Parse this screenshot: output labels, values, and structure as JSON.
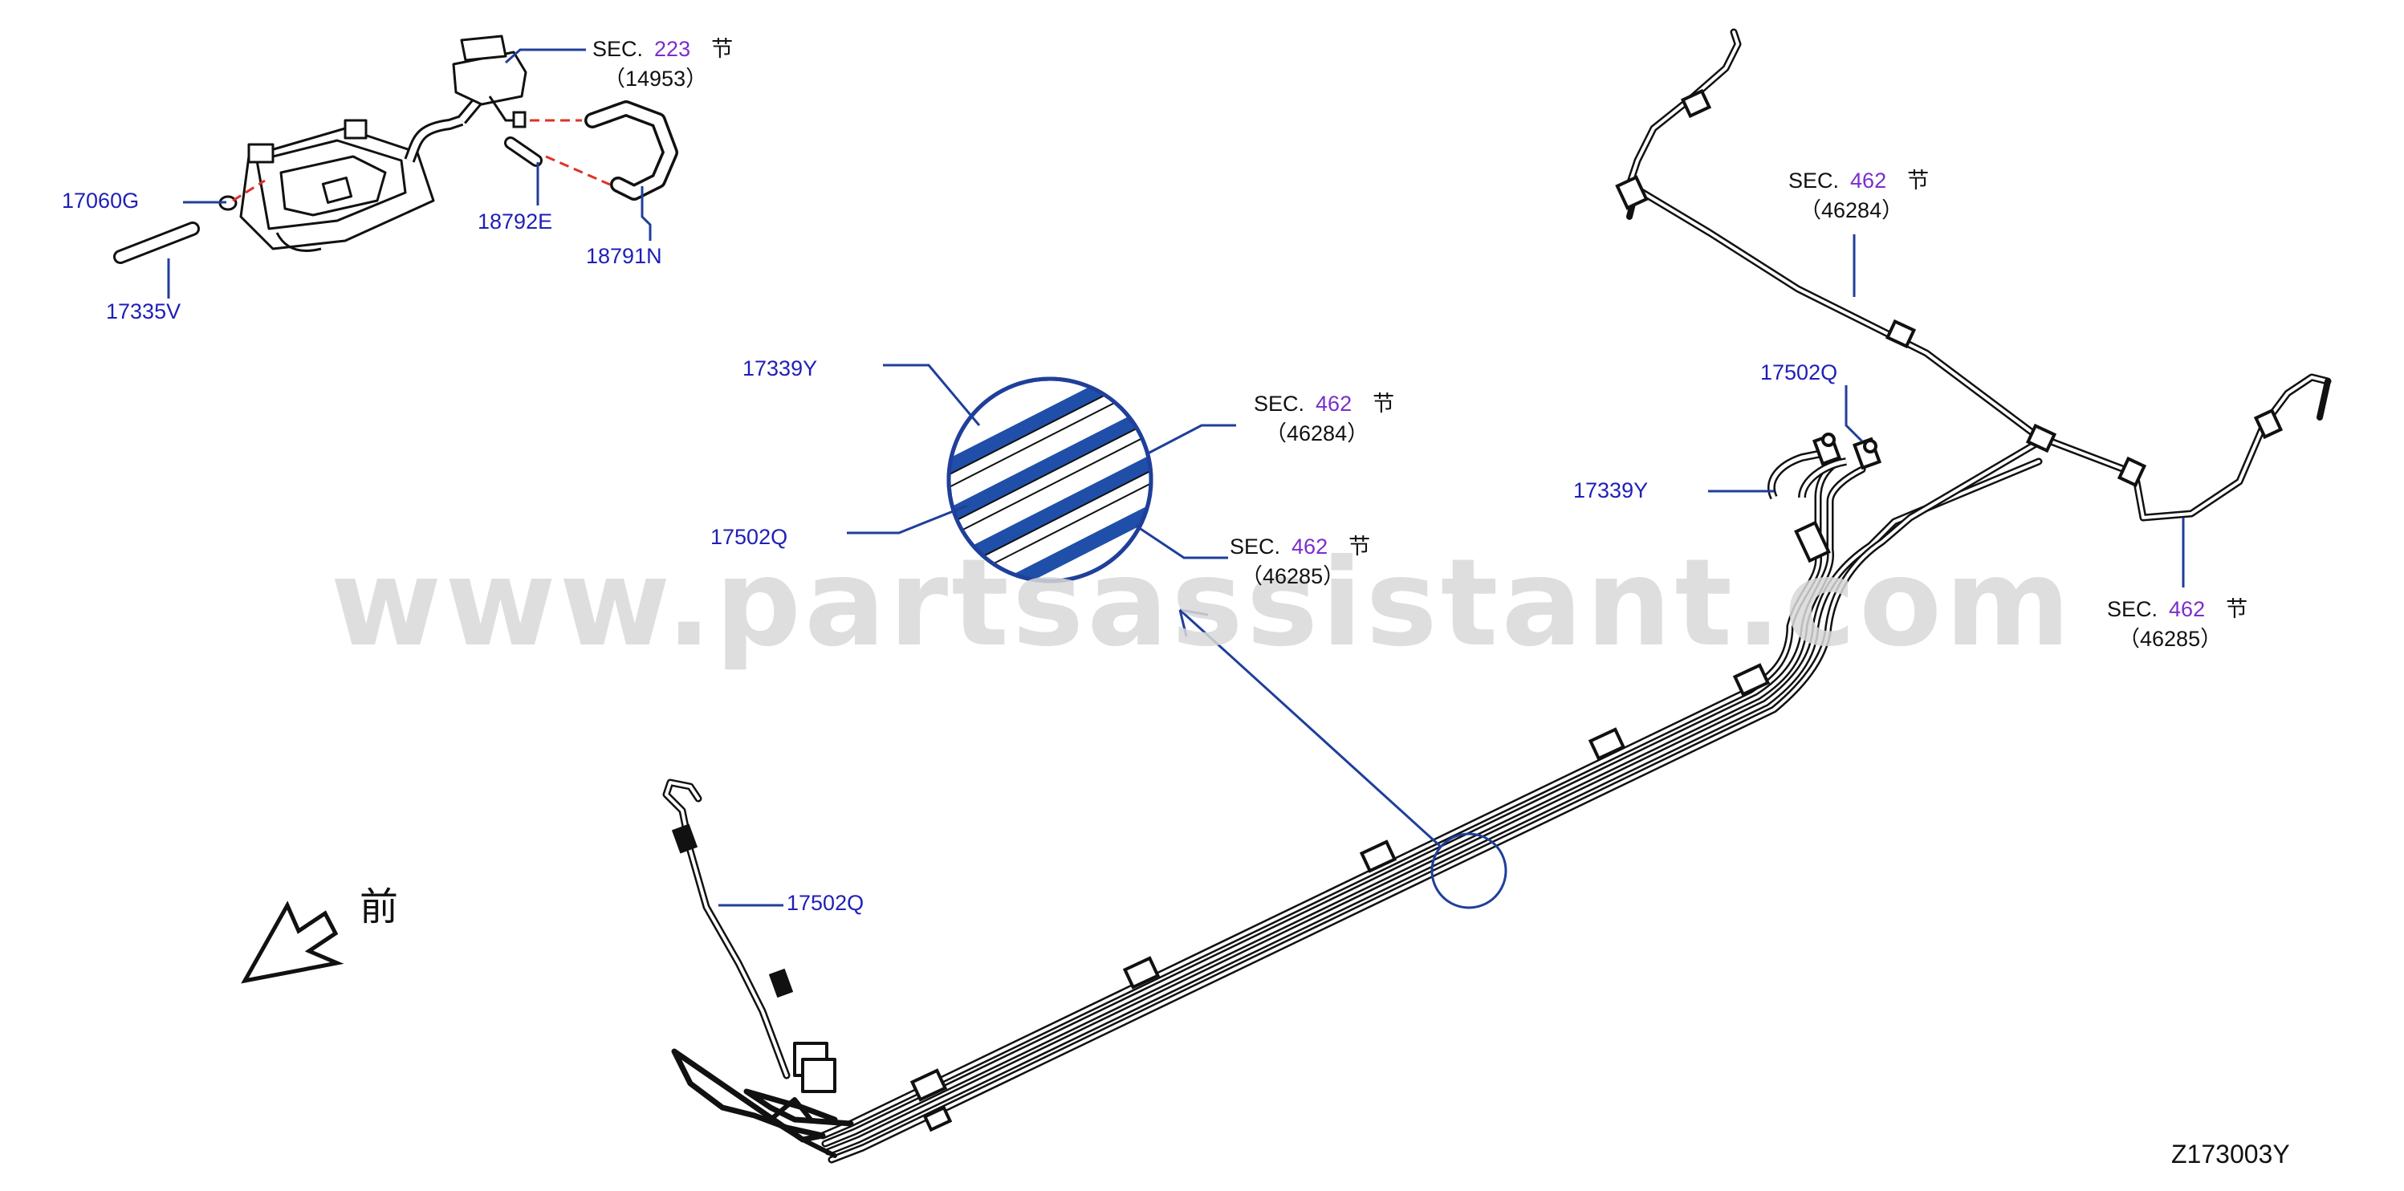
{
  "watermark": "www.partsassistant.com",
  "front_label": "前",
  "diagram_code": "Z173003Y",
  "parts": {
    "p17060G": "17060G",
    "p17335V": "17335V",
    "p18792E": "18792E",
    "p18791N": "18791N",
    "p17339Y_inset": "17339Y",
    "p17502Q_inset": "17502Q",
    "p17502Q_right": "17502Q",
    "p17339Y_right": "17339Y",
    "p17502Q_bottom": "17502Q"
  },
  "sections": {
    "sec_14953": {
      "prefix": "SEC.",
      "number": "223",
      "suffix": "节",
      "ref": "（14953）"
    },
    "sec_46284_top": {
      "prefix": "SEC.",
      "number": "462",
      "suffix": "节",
      "ref": "（46284）"
    },
    "sec_46284_inset": {
      "prefix": "SEC.",
      "number": "462",
      "suffix": "节",
      "ref": "（46284）"
    },
    "sec_46285_inset": {
      "prefix": "SEC.",
      "number": "462",
      "suffix": "节",
      "ref": "（46285）"
    },
    "sec_46285_right": {
      "prefix": "SEC.",
      "number": "462",
      "suffix": "节",
      "ref": "（46285）"
    }
  },
  "colors": {
    "part_label": "#1f1fb8",
    "section_number": "#7a2ecc",
    "leader_line": "#1f3f9a",
    "pipe_fill": "#1f4fa8",
    "dash_line": "#e0302a",
    "watermark": "#d9d9d9"
  }
}
